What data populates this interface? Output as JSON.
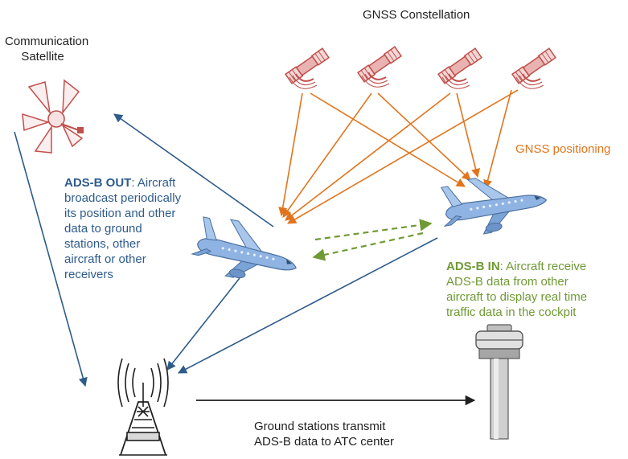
{
  "labels": {
    "gnss_constellation": "GNSS Constellation",
    "comm_satellite_line1": "Communication",
    "comm_satellite_line2": "Satellite",
    "gnss_positioning": "GNSS positioning",
    "adsb_out_title": "ADS-B OUT",
    "adsb_out_text": [
      ": Aircraft",
      "broadcast periodically",
      "its position and other",
      "data to ground",
      "stations, other",
      "aircraft or other",
      "receivers"
    ],
    "adsb_in_title": "ADS-B IN",
    "adsb_in_text": [
      ": Aircraft receive",
      "ADS-B data from other",
      "aircraft to display real time",
      "traffic data in the cockpit"
    ],
    "ground_line1": "Ground stations transmit",
    "ground_line2": "ADS-B data to ATC center"
  },
  "colors": {
    "blue": "#2e5b8c",
    "green": "#6f9a35",
    "orange": "#e1751e",
    "satellite_red": "#c0504d",
    "aircraft_blue": "#8fb4e3",
    "dark": "#1f1f1f"
  },
  "icons": [
    "satellite-icon",
    "communication-satellite-icon",
    "aircraft-icon",
    "antenna-tower-icon",
    "atc-tower-icon"
  ]
}
